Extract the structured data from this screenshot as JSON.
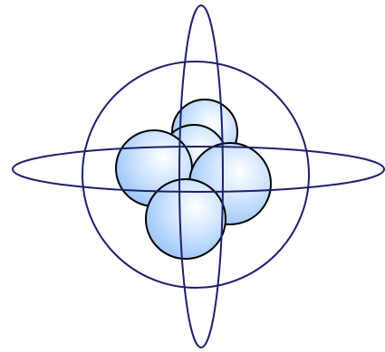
{
  "diagram": {
    "subject": "atom",
    "colors": {
      "orbit_stroke": "#1f1f6e",
      "nucleon_fill_center": "#ffffff",
      "nucleon_fill_mid": "#cfe4ff",
      "nucleon_fill_edge": "#8fbef5",
      "nucleon_stroke": "#000000",
      "background": "#ffffff"
    },
    "orbits": [
      {
        "name": "vertical-orbit"
      },
      {
        "name": "horizontal-orbit"
      },
      {
        "name": "circular-orbit"
      }
    ],
    "nucleons": [
      {
        "name": "nucleon-top"
      },
      {
        "name": "nucleon-center"
      },
      {
        "name": "nucleon-left"
      },
      {
        "name": "nucleon-right"
      },
      {
        "name": "nucleon-front"
      }
    ]
  }
}
